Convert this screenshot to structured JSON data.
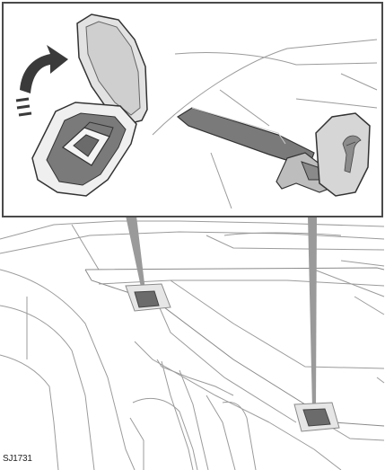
{
  "figure": {
    "reference_code": "SJ1731",
    "inset_frame_color": "#4a4a4a",
    "pointer_color": "#9a9a9a",
    "anchor_cover_color": "#6b6b6b"
  },
  "icons": {
    "rotation_arrow": "curved-arrow-up-right",
    "cover_logo": "leaper-logo"
  }
}
